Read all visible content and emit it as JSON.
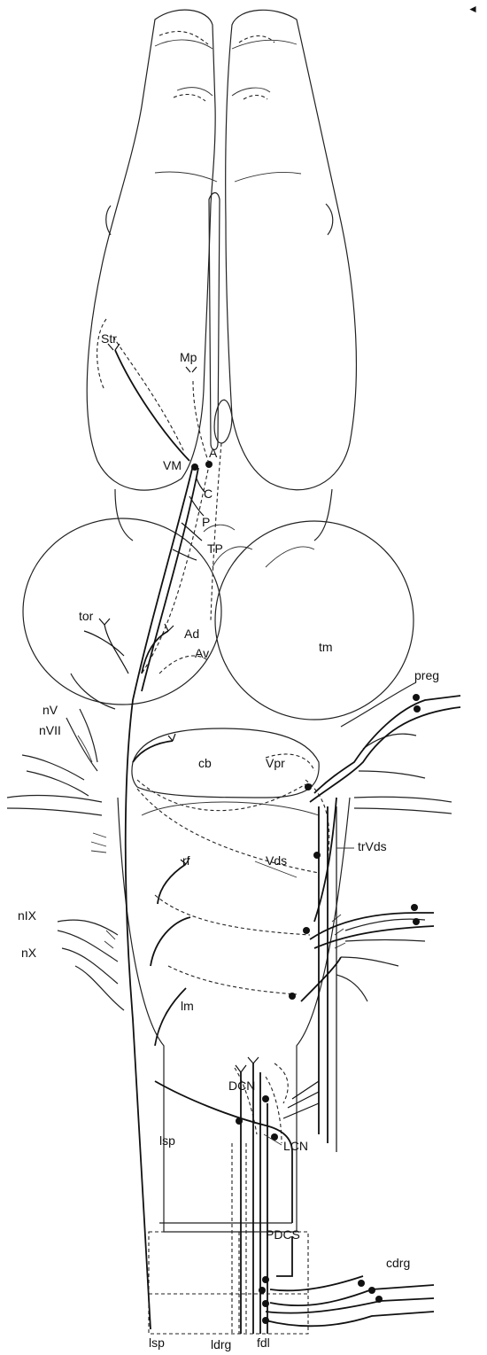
{
  "labels": {
    "Str": "Str",
    "Mp": "Mp",
    "A": "A",
    "VM": "VM",
    "C": "C",
    "P": "P",
    "TP": "TP",
    "tor": "tor",
    "Ad": "Ad",
    "Av": "Av",
    "tm": "tm",
    "preg": "preg",
    "nV": "nV",
    "nVII": "nVII",
    "cb": "cb",
    "Vpr": "Vpr",
    "trVds": "trVds",
    "rf": "rf",
    "Vds": "Vds",
    "nIX": "nIX",
    "nX": "nX",
    "lm": "lm",
    "DCN": "DCN",
    "lsp": "lsp",
    "LCN": "LCN",
    "PDCS": "PDCS",
    "cdrg": "cdrg",
    "lsp_bottom": "lsp",
    "ldrg": "ldrg",
    "fdl": "fdl"
  },
  "colors": {
    "ink": "#111111",
    "paper": "#ffffff"
  },
  "corner_marker": "◄"
}
